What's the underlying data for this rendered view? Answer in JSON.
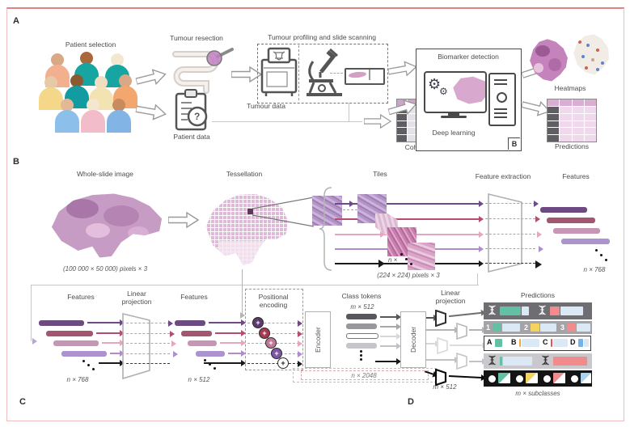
{
  "icons": {
    "gear": "⚙",
    "plus": "+",
    "question": "?"
  },
  "panels": {
    "a": "A",
    "b": "B",
    "c": "C",
    "d": "D"
  },
  "panel_a": {
    "patient_selection": "Patient selection",
    "tumour_resection": "Tumour resection",
    "patient_data": "Patient data",
    "profiling": "Tumour profiling and slide scanning",
    "tumour_data": "Tumour data",
    "cohort_data": "Cohort data",
    "biomarker_detection": "Biomarker detection",
    "deep_learning": "Deep learning",
    "inset_ref": "B",
    "heatmaps": "Heatmaps",
    "predictions": "Predictions"
  },
  "panel_b": {
    "whole_slide_image": "Whole-slide image",
    "whole_slide_dims": "(100 000 × 50 000) pixels × 3",
    "tessellation": "Tessellation",
    "tiles": "Tiles",
    "tile_dims": "(224 × 224) pixels × 3",
    "tile_count": "n ×",
    "feature_extraction": "Feature extraction",
    "features": "Features",
    "feature_dims": "n × 768"
  },
  "panel_c": {
    "features_in": "Features",
    "features_in_dims": "n × 768",
    "linear_projection": "Linear projection",
    "features_proj": "Features",
    "features_proj_dims": "n × 512",
    "positional_encoding": "Positional encoding",
    "encoder": "Encoder",
    "class_tokens": "Class tokens",
    "class_token_dims": "m × 512",
    "latent_dims": "n × 2048",
    "decoder": "Decoder",
    "linear_projection_out": "Linear projection",
    "output_dims": "m × 512"
  },
  "panel_d": {
    "predictions": "Predictions",
    "subclasses": "m × subclasses",
    "class_numbers": [
      "1",
      "2",
      "3"
    ],
    "class_letters": [
      "A",
      "B",
      "C",
      "D"
    ]
  },
  "colors": {
    "teal": "#63c0a5",
    "yellow": "#f6d35e",
    "red": "#f28b8b",
    "blue": "#76b3e8",
    "purple_dark": "#6d4a80",
    "rose": "#a2566f",
    "pink": "#c795b5",
    "lavender": "#ab94ce",
    "table_header": "#cda3c8",
    "frame": "#f2bcbc"
  }
}
